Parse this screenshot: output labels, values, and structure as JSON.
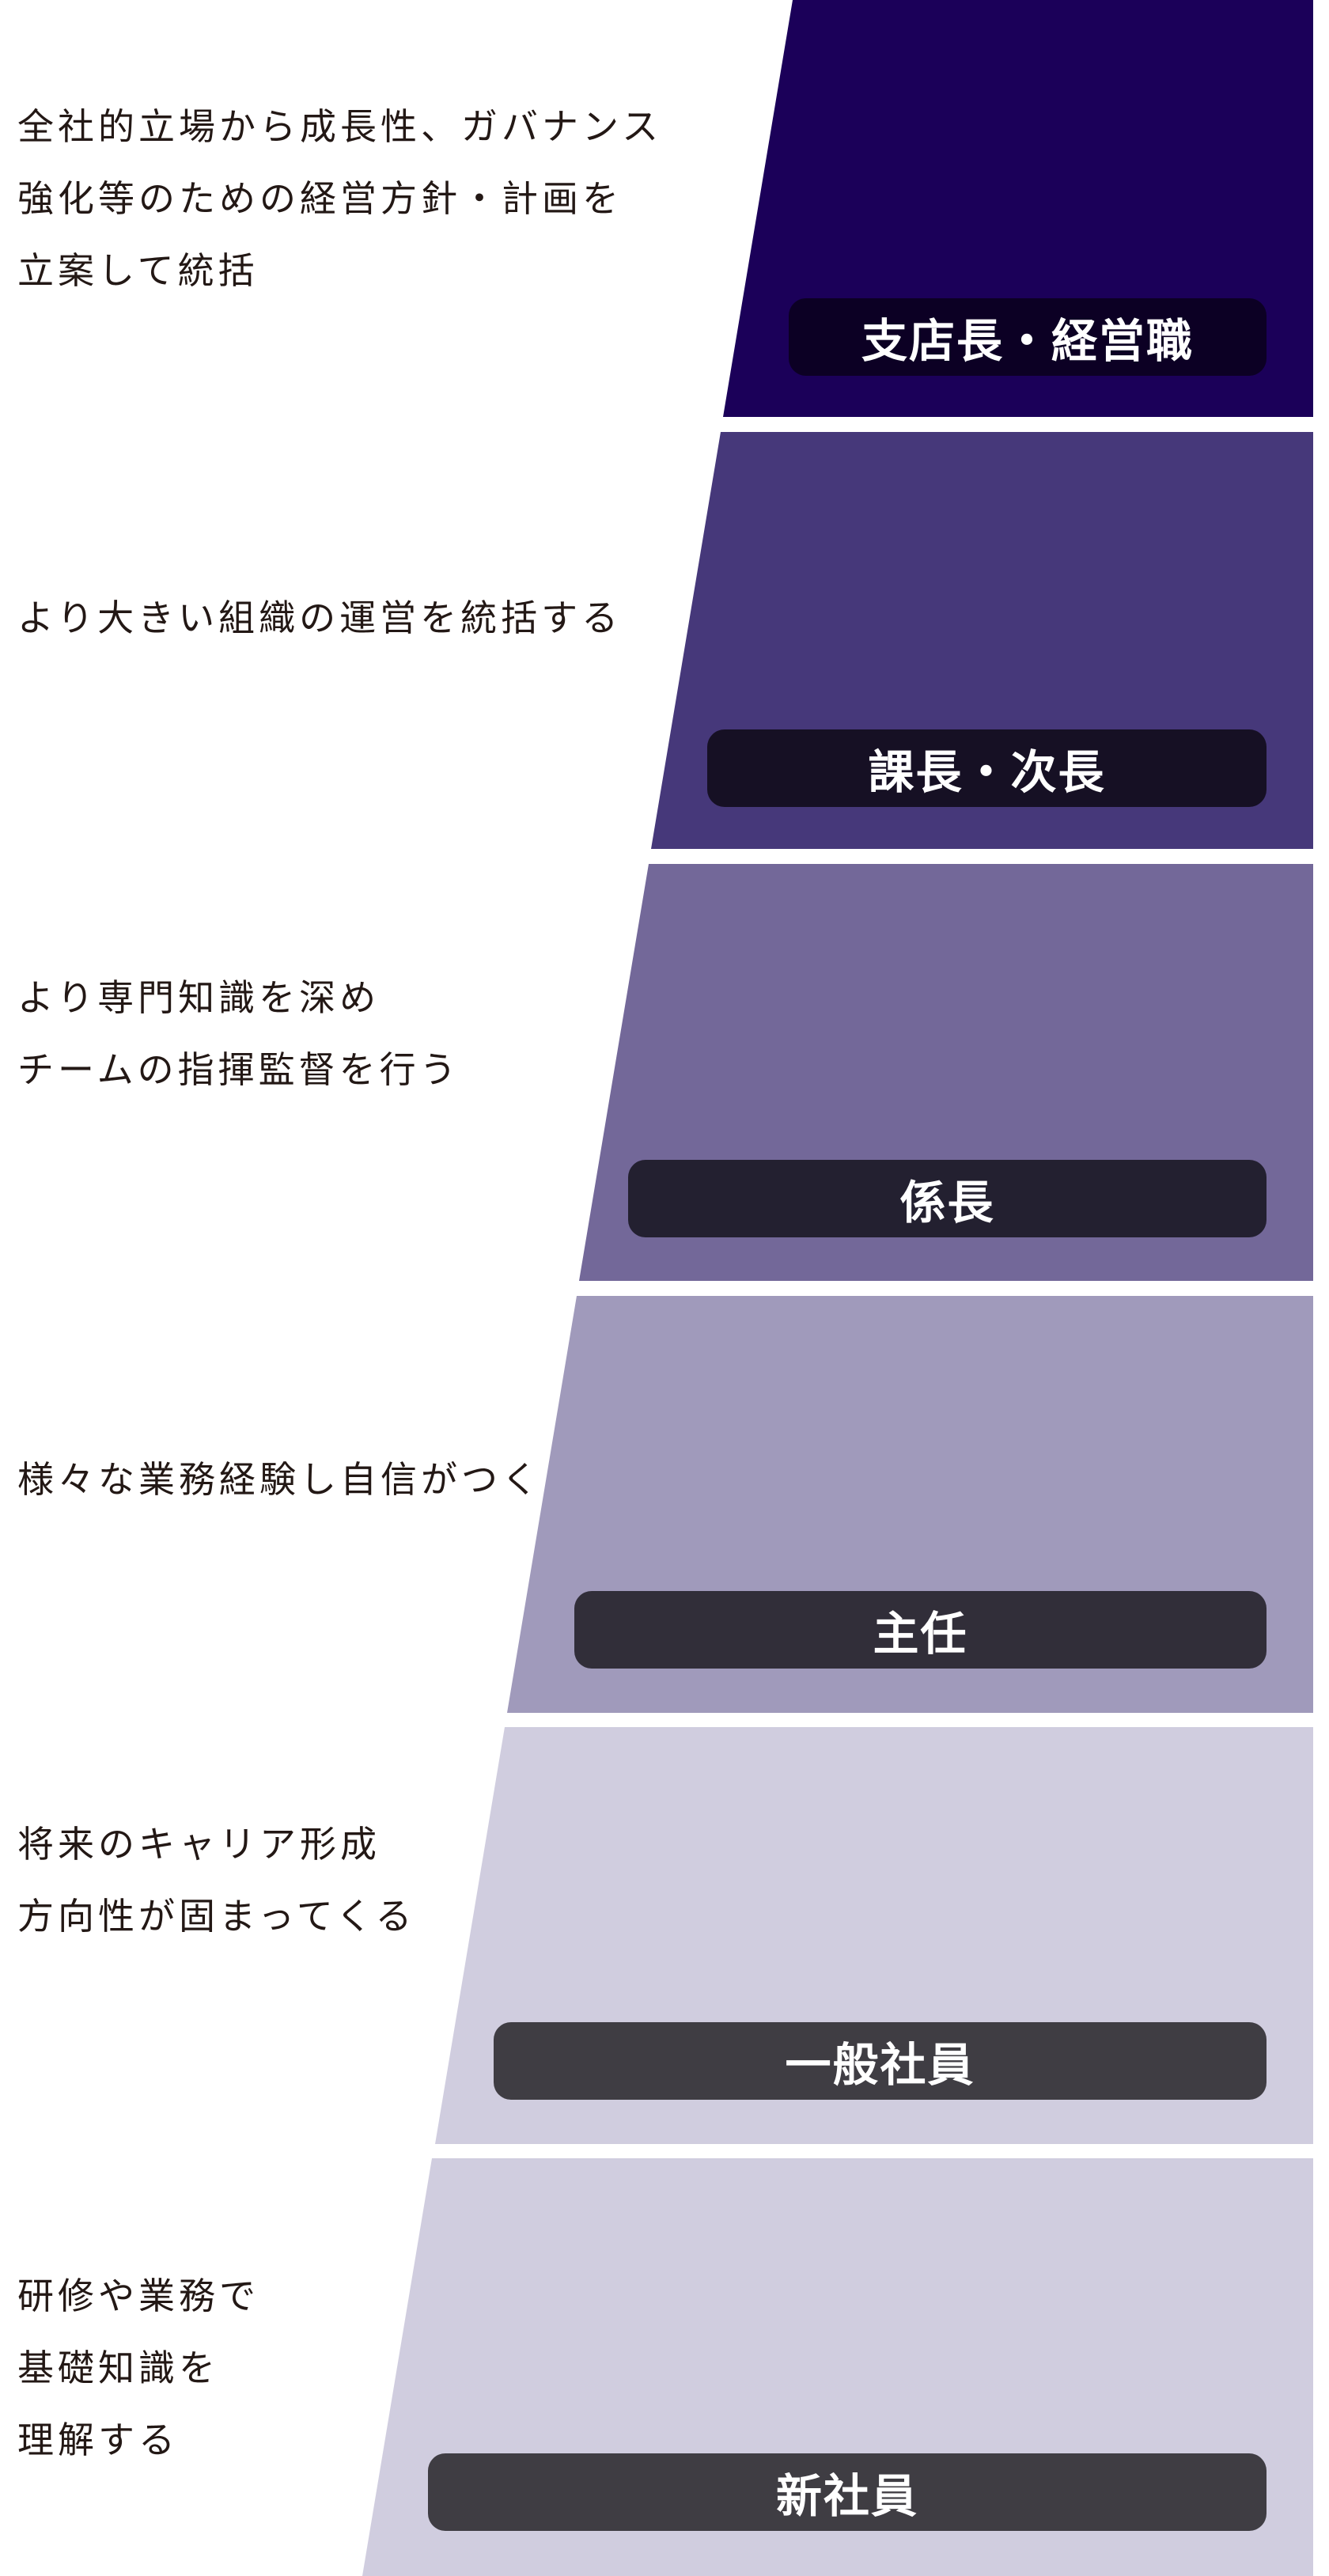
{
  "diagram": {
    "type": "career-ladder-pyramid",
    "levels": [
      {
        "title": "支店長・経営職",
        "description": [
          "全社的立場から成長性、ガバナンス",
          "強化等のための経営方針・計画を",
          "立案して統括"
        ],
        "band_color": "#1b0059",
        "pill_color": "#0c0024"
      },
      {
        "title": "課長・次長",
        "description": [
          "より大きい組織の運営を統括する"
        ],
        "band_color": "#46387a",
        "pill_color": "#161024"
      },
      {
        "title": "係長",
        "description": [
          "より専門知識を深め",
          "チームの指揮監督を行う"
        ],
        "band_color": "#736899",
        "pill_color": "#232030"
      },
      {
        "title": "主任",
        "description": [
          "様々な業務経験し自信がつく"
        ],
        "band_color": "#a09abb",
        "pill_color": "#312e39"
      },
      {
        "title": "一般社員",
        "description": [
          "将来のキャリア形成",
          "方向性が固まってくる"
        ],
        "band_color": "#d0cddf",
        "pill_color": "#3f3d43"
      },
      {
        "title": "新社員",
        "description": [
          "研修や業務で",
          "基礎知識を",
          "理解する"
        ],
        "band_color": "#d0cddf",
        "pill_color": "#3f3d43"
      }
    ]
  }
}
